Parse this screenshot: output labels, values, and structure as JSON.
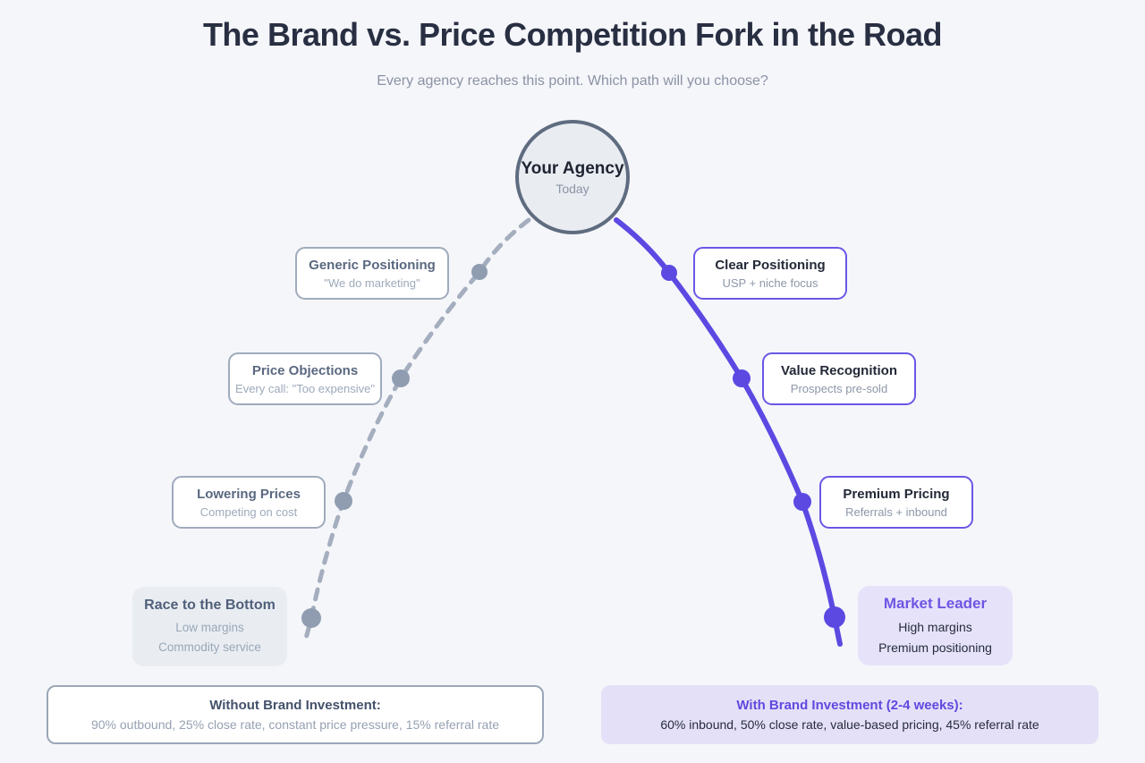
{
  "header": {
    "title": "The Brand vs. Price Competition Fork in the Road",
    "subtitle": "Every agency reaches this point. Which path will you choose?"
  },
  "center_node": {
    "title": "Your Agency",
    "subtitle": "Today"
  },
  "left_branch": {
    "nodes": [
      {
        "title": "Generic Positioning",
        "lines": [
          "\"We do marketing\""
        ]
      },
      {
        "title": "Price Objections",
        "lines": [
          "Every call: \"Too expensive\""
        ]
      },
      {
        "title": "Lowering Prices",
        "lines": [
          "Competing on cost"
        ]
      },
      {
        "title": "Race to the Bottom",
        "lines": [
          "Low margins",
          "Commodity service"
        ]
      }
    ],
    "summary": {
      "title": "Without Brand Investment:",
      "stats": "90% outbound, 25% close rate, constant price pressure, 15% referral rate"
    }
  },
  "right_branch": {
    "nodes": [
      {
        "title": "Clear Positioning",
        "lines": [
          "USP + niche focus"
        ]
      },
      {
        "title": "Value Recognition",
        "lines": [
          "Prospects pre-sold"
        ]
      },
      {
        "title": "Premium Pricing",
        "lines": [
          "Referrals + inbound"
        ]
      },
      {
        "title": "Market Leader",
        "lines": [
          "High margins",
          "Premium positioning"
        ]
      }
    ],
    "summary": {
      "title": "With Brand Investment (2-4 weeks):",
      "stats": "60% inbound, 50% close rate, value-based pricing, 45% referral rate"
    }
  },
  "colors": {
    "accent_purple": "#5c49e2",
    "slate_gray": "#909db1",
    "lavender": "#e6e2fa",
    "title_navy": "#292f42"
  }
}
